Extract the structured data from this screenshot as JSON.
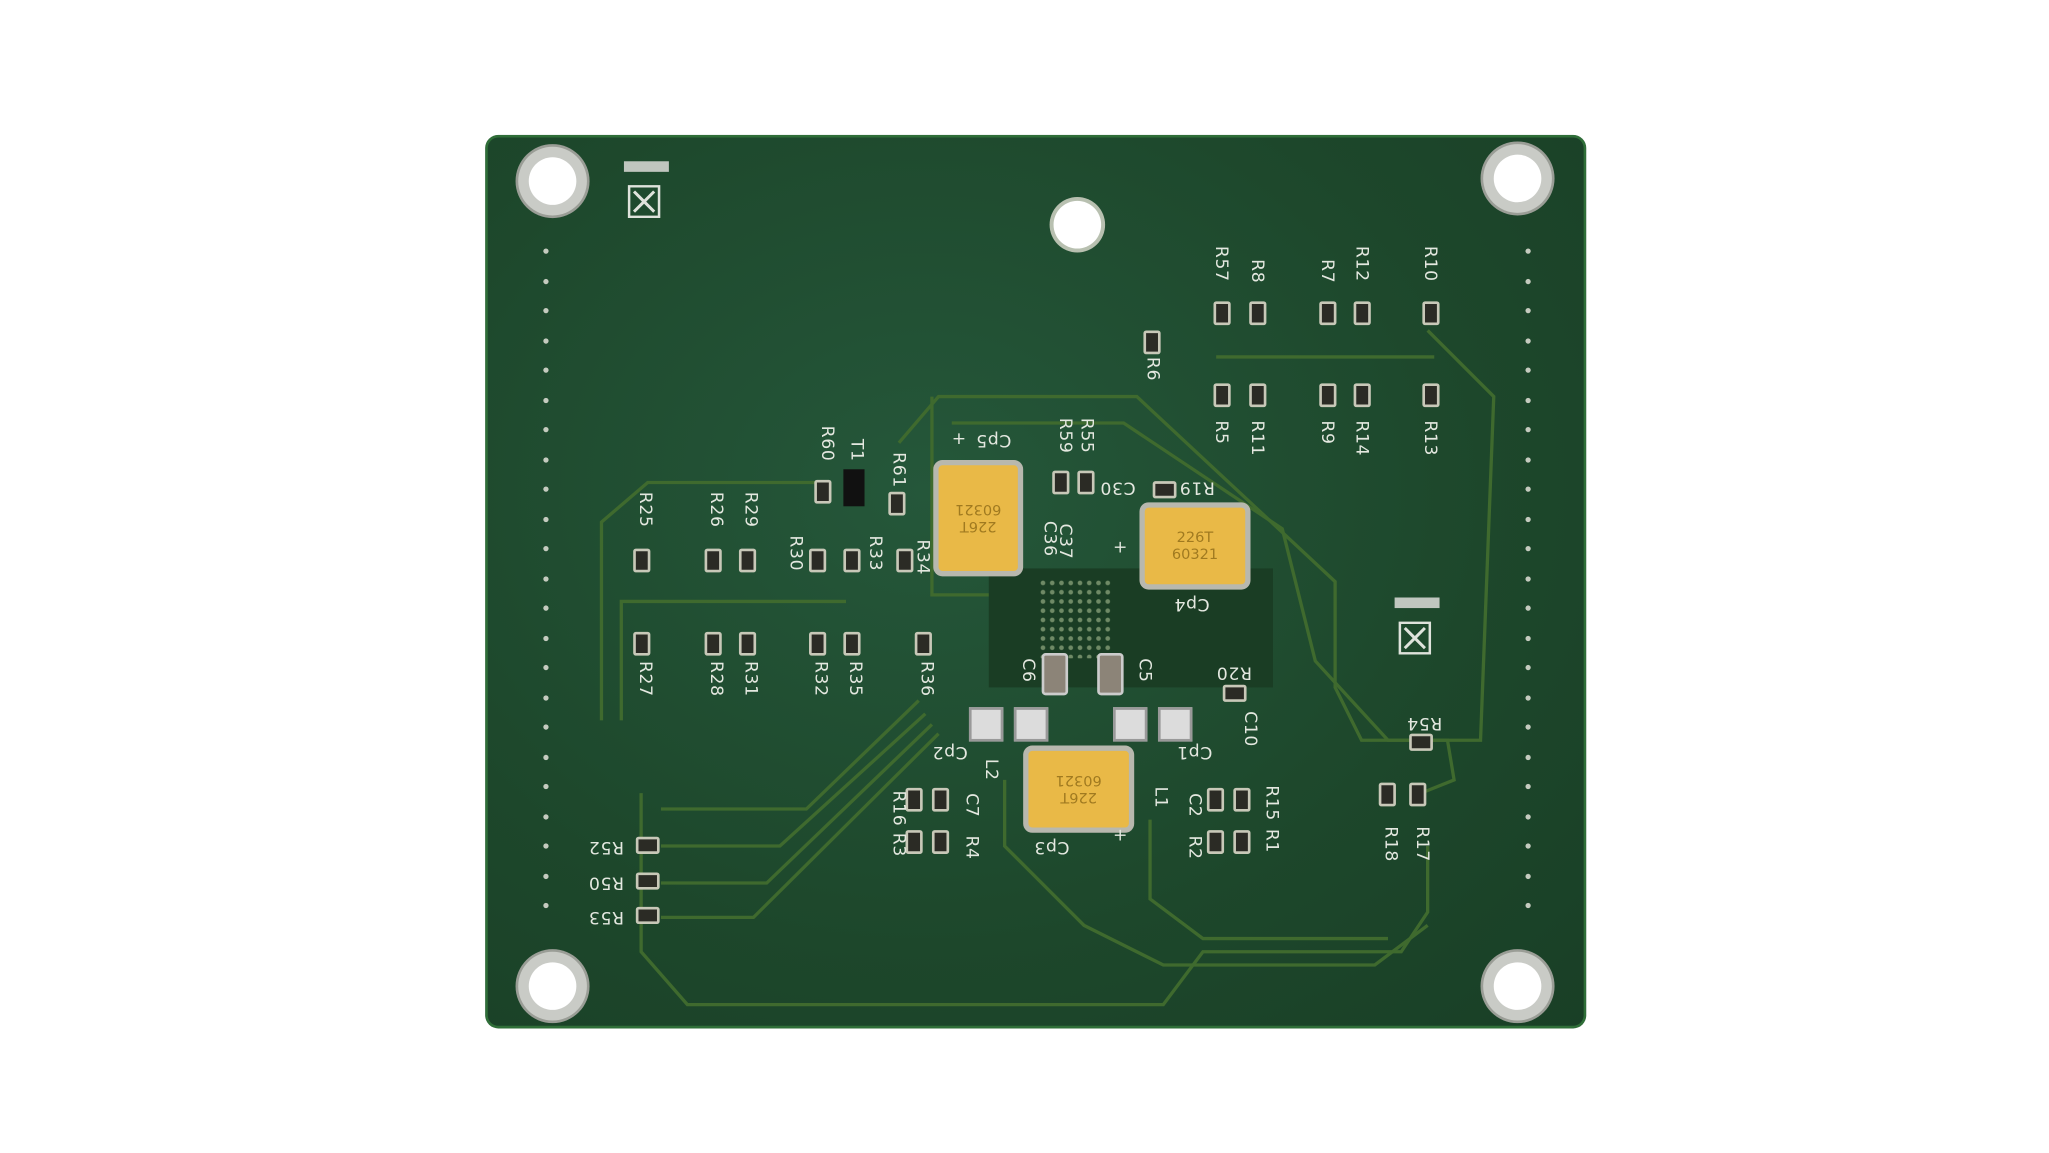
{
  "board": {
    "tantalum_marking": [
      "226T",
      "60321"
    ],
    "labels": {
      "top_row": [
        "R57",
        "R8",
        "R7",
        "R12",
        "R10"
      ],
      "R6": "R6",
      "second_row": [
        "R5",
        "R11",
        "R9",
        "R14",
        "R13"
      ],
      "R60": "R60",
      "T1": "T1",
      "R61": "R61",
      "Cp5": "Cp5",
      "R55": "R55",
      "R59": "R59",
      "C30": "C30",
      "R19": "R19",
      "C36": "C36",
      "C37": "C37",
      "left_row1": [
        "R25",
        "R26",
        "R29",
        "R30",
        "R33",
        "R34"
      ],
      "Cp4": "Cp4",
      "left_row2": [
        "R27",
        "R28",
        "R31",
        "R32",
        "R35",
        "R36"
      ],
      "C6": "C6",
      "C5": "C5",
      "R20": "R20",
      "C10": "C10",
      "R54": "R54",
      "Cp2": "Cp2",
      "L2": "L2",
      "Cp1": "Cp1",
      "L1": "L1",
      "R16": "R16",
      "R3": "R3",
      "C7": "C7",
      "R4": "R4",
      "C2": "C2",
      "R2": "R2",
      "R15": "R15",
      "R1": "R1",
      "Cp3": "Cp3",
      "R18": "R18",
      "R17": "R17",
      "R52": "R52",
      "R50": "R50",
      "R53": "R53",
      "plus": "+"
    }
  },
  "colors": {
    "pcb": "#1e4a2c",
    "silkscreen": "#e4e8e0",
    "tantalum": "#e9b947"
  }
}
